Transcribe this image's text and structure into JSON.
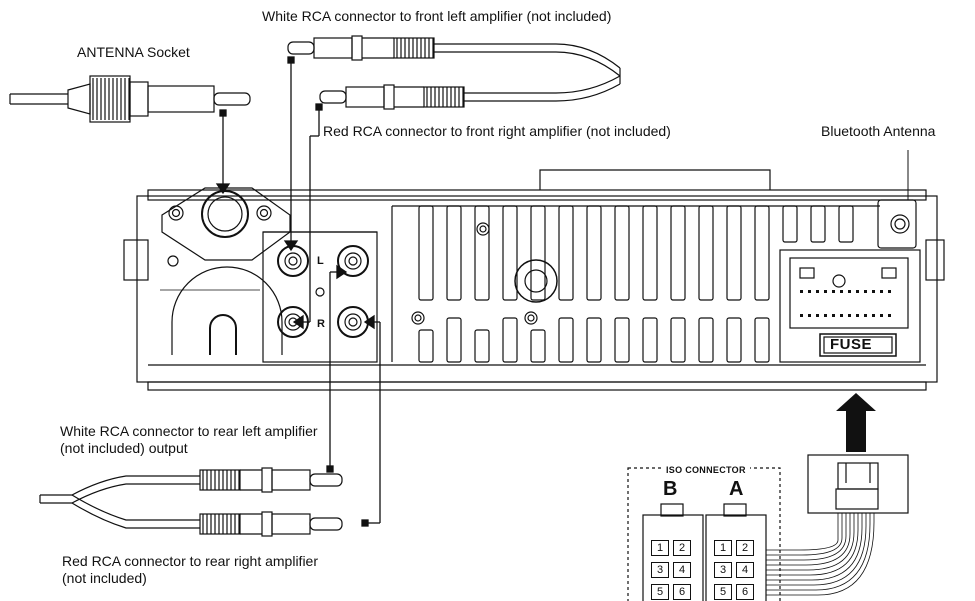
{
  "labels": {
    "white_front_left": "White RCA connector to front left amplifier (not included)",
    "antenna_socket": "ANTENNA Socket",
    "red_front_right": "Red RCA connector to front right amplifier (not included)",
    "bluetooth_antenna": "Bluetooth Antenna",
    "white_rear_left": "White RCA connector to rear left amplifier (not included) output",
    "red_rear_right": "Red RCA connector to rear right amplifier (not included)",
    "iso_connector": "ISO CONNECTOR",
    "iso_b": "B",
    "iso_a": "A",
    "fuse": "FUSE",
    "channel_l": "L",
    "channel_r": "R"
  },
  "iso_pins": {
    "b_row1": [
      "1",
      "2"
    ],
    "b_row2": [
      "3",
      "4"
    ],
    "b_row3": [
      "5",
      "6"
    ],
    "a_row1": [
      "1",
      "2"
    ],
    "a_row2": [
      "3",
      "4"
    ],
    "a_row3": [
      "5",
      "6"
    ]
  }
}
